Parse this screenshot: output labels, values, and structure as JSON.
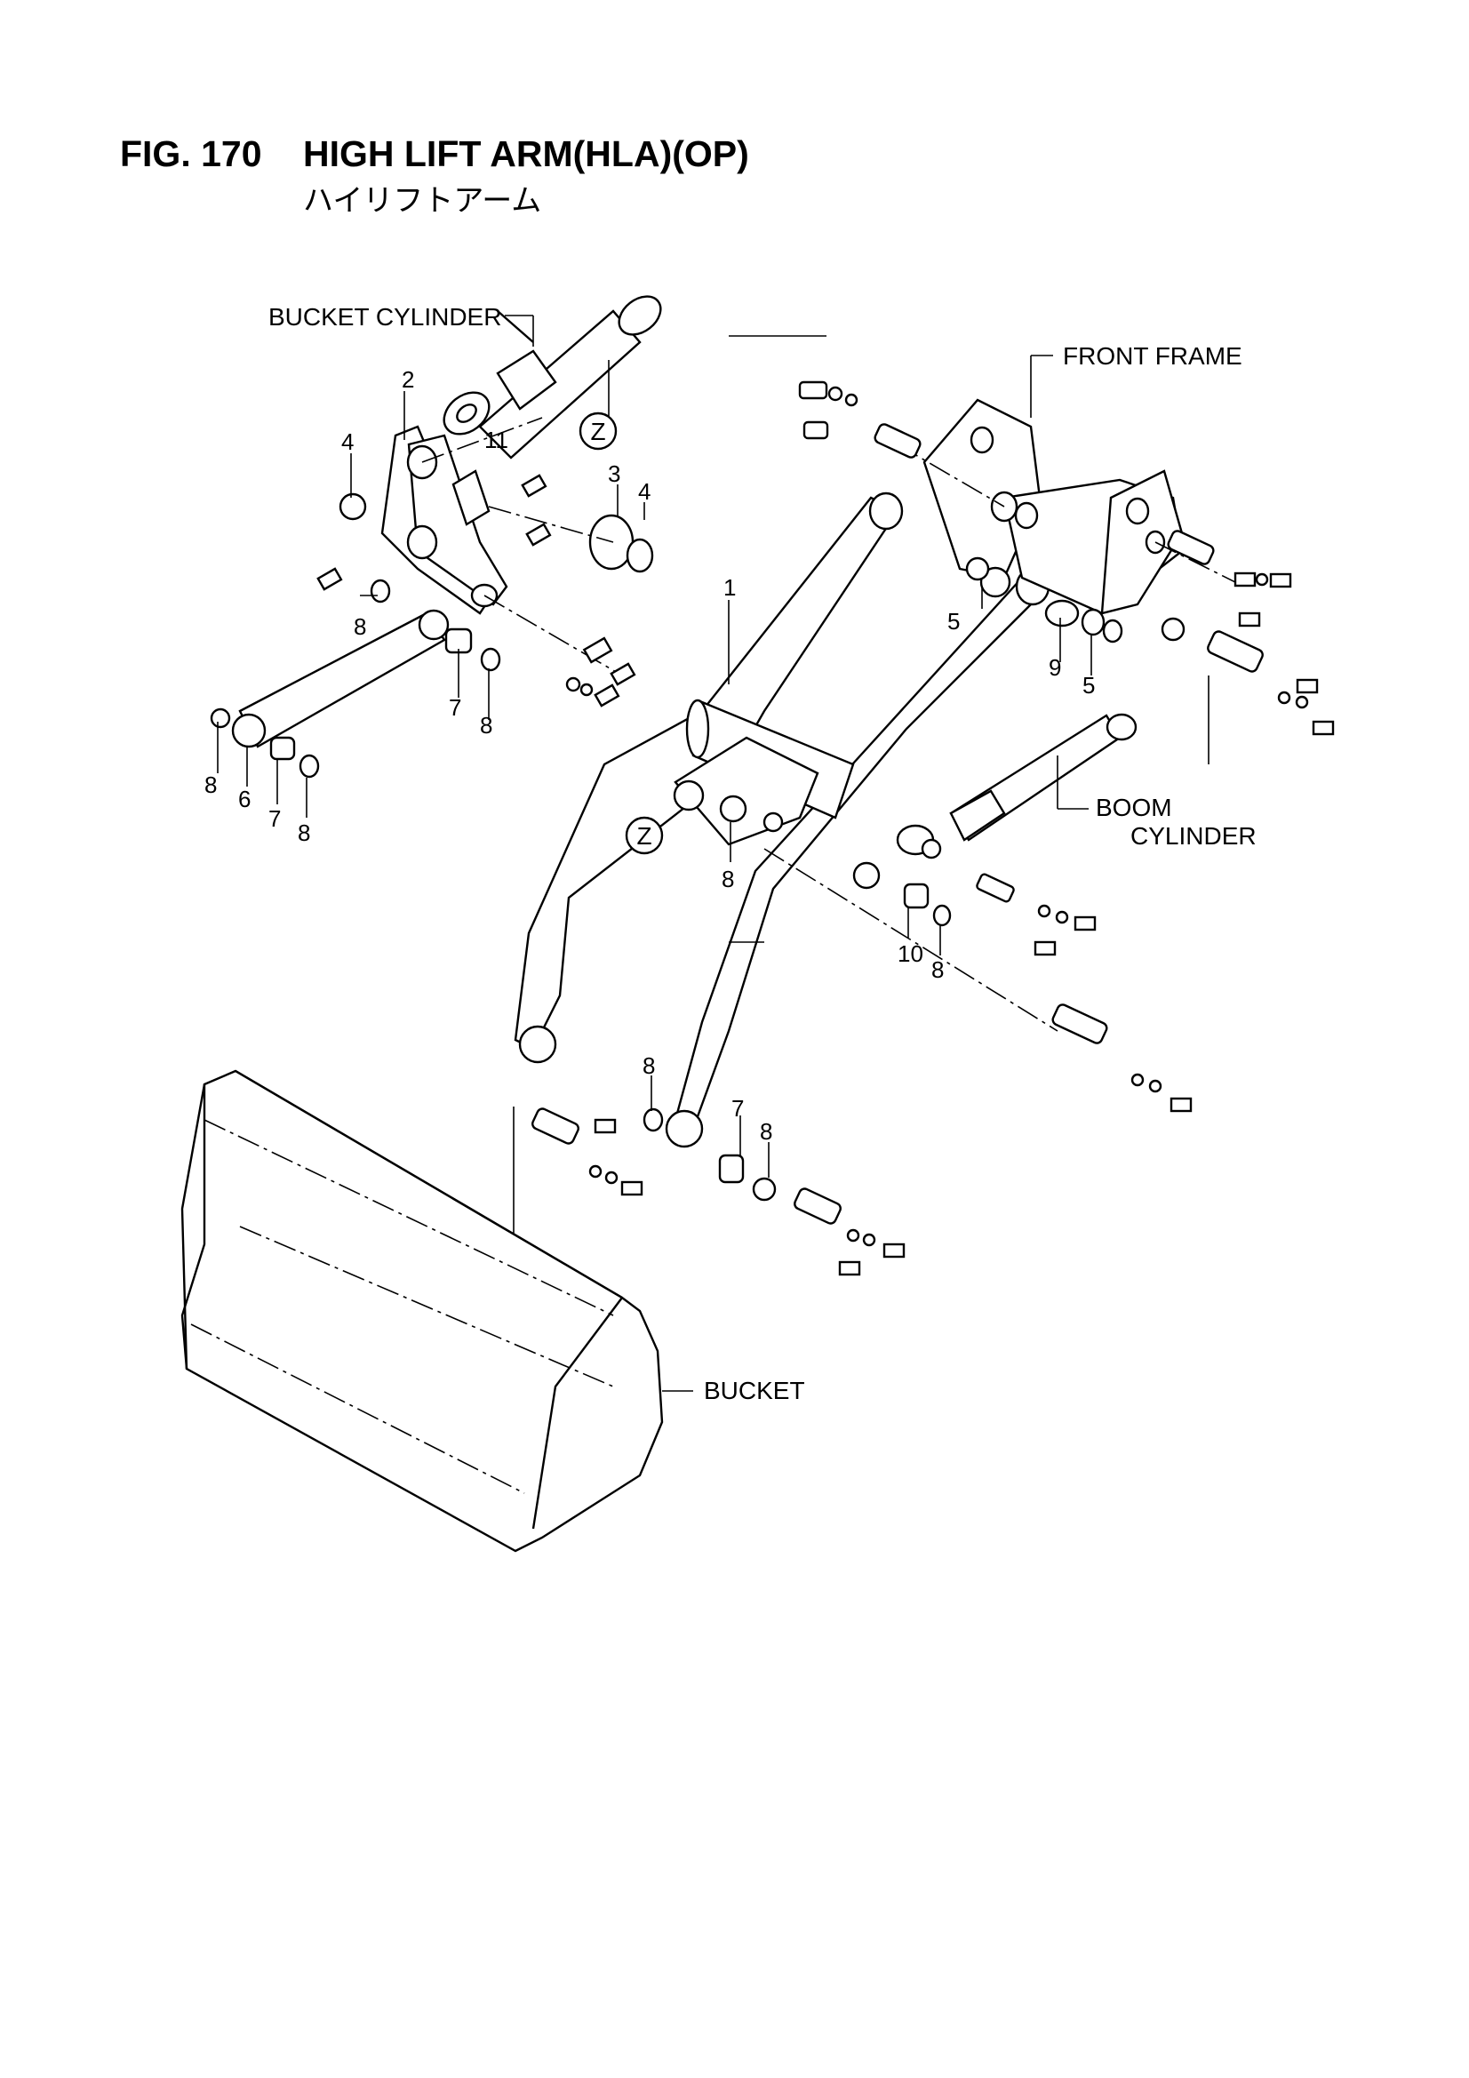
{
  "header": {
    "fig_number": "FIG. 170",
    "title": "HIGH LIFT ARM(HLA)(OP)",
    "subtitle": "ハイリフトアーム"
  },
  "labels": {
    "bucket_cylinder": "BUCKET CYLINDER",
    "front_frame": "FRONT FRAME",
    "boom": "BOOM",
    "cylinder": "CYLINDER",
    "bucket": "BUCKET",
    "detail_z": "Z"
  },
  "callouts": {
    "c1": "1",
    "c2": "2",
    "c3": "3",
    "c4a": "4",
    "c4b": "4",
    "c5a": "5",
    "c5b": "5",
    "c6": "6",
    "c7a": "7",
    "c7b": "7",
    "c7c": "7",
    "c8a": "8",
    "c8b": "8",
    "c8c": "8",
    "c8d": "8",
    "c8e": "8",
    "c8f": "8",
    "c8g": "8",
    "c8h": "8",
    "c9": "9",
    "c10": "10",
    "c11": "11"
  }
}
